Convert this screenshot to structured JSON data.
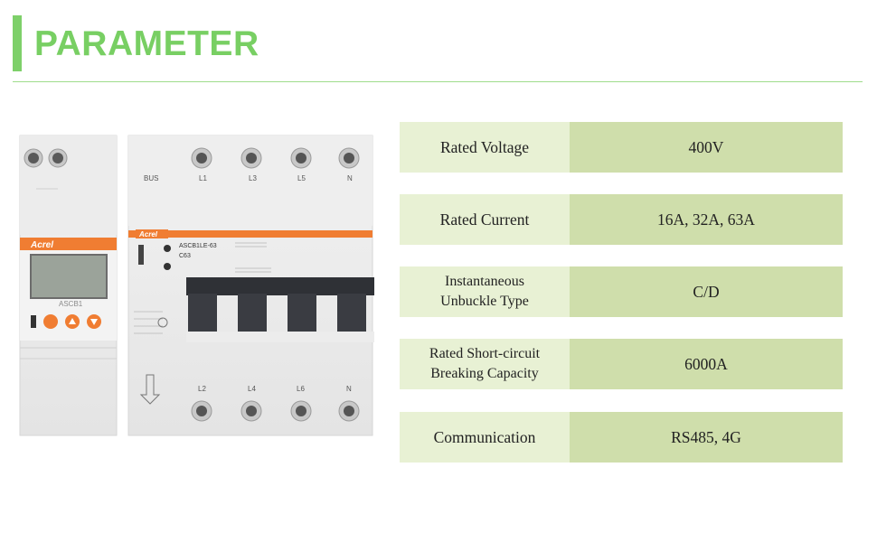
{
  "header": {
    "title": "PARAMETER"
  },
  "product": {
    "meter": {
      "brand": "Acrel",
      "model": "ASCB1"
    },
    "breaker": {
      "top_terminals": [
        "BUS",
        "L1",
        "L3",
        "L5",
        "N"
      ],
      "bottom_terminals": [
        "L2",
        "L4",
        "L6",
        "N"
      ],
      "brand": "Acrel",
      "model": "ASCB1LE-63",
      "rating": "C63"
    }
  },
  "parameters": [
    {
      "label": "Rated Voltage",
      "value": "400V"
    },
    {
      "label": "Rated Current",
      "value": "16A, 32A, 63A"
    },
    {
      "label_lines": [
        "Instantaneous",
        "Unbuckle Type"
      ],
      "value": "C/D"
    },
    {
      "label_lines": [
        "Rated Short-circuit",
        "Breaking Capacity"
      ],
      "value": "6000A"
    },
    {
      "label": "Communication",
      "value": "RS485, 4G"
    }
  ],
  "colors": {
    "accent": "#7ed06a",
    "label_bg": "#e8f1d4",
    "value_bg": "#cfdeab",
    "brand_orange": "#f07d32"
  }
}
